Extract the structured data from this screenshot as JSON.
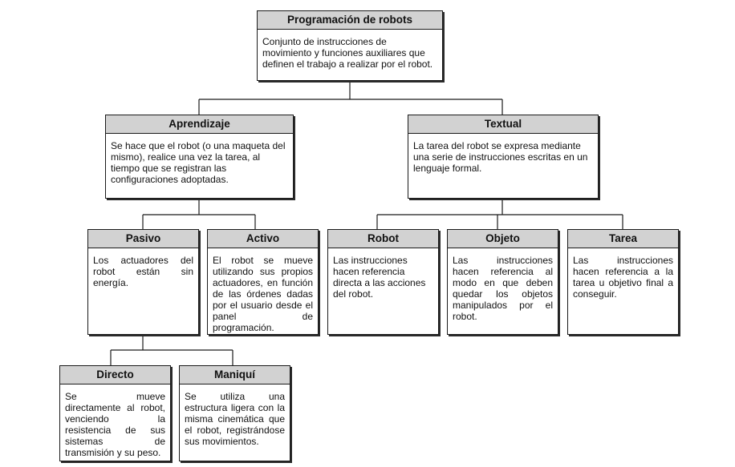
{
  "root": {
    "title": "Programación de robots",
    "text": "Conjunto de instrucciones de movimiento y funciones auxiliares que definen el trabajo a realizar por el robot."
  },
  "aprendizaje": {
    "title": "Aprendizaje",
    "text": "Se hace que el robot (o una maqueta del mismo), realice una vez la tarea, al tiempo que se registran las configuraciones adoptadas."
  },
  "textual": {
    "title": "Textual",
    "text": "La tarea del robot se expresa mediante una serie de instrucciones escritas en un lenguaje formal."
  },
  "pasivo": {
    "title": "Pasivo",
    "text": "Los actuadores del robot están sin energía."
  },
  "activo": {
    "title": "Activo",
    "text": "El robot se mueve utilizando sus propios actuadores, en función de las órdenes dadas por el usuario desde el panel de programación."
  },
  "robot": {
    "title": "Robot",
    "text": "Las instrucciones hacen referencia directa a las acciones del robot."
  },
  "objeto": {
    "title": "Objeto",
    "text": "Las instrucciones hacen referencia al modo en que deben quedar los objetos manipulados por el robot."
  },
  "tarea": {
    "title": "Tarea",
    "text": "Las instrucciones hacen referencia a la tarea u objetivo final a conseguir."
  },
  "directo": {
    "title": "Directo",
    "text": "Se mueve directamente al robot, venciendo la resistencia de sus sistemas de transmisión y su peso."
  },
  "maniqui": {
    "title": "Maniquí",
    "text": "Se utiliza una estructura ligera con la misma cinemática que el robot, registrándose sus movimientos."
  }
}
